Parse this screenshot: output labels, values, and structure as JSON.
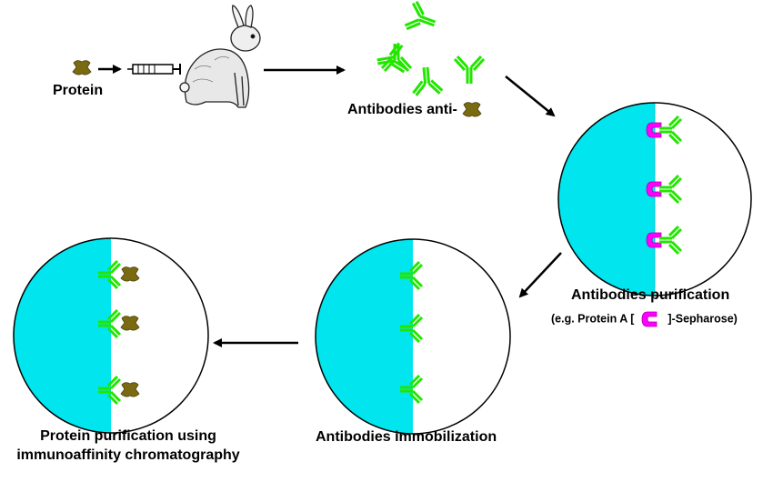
{
  "labels": {
    "protein": "Protein",
    "antibodies_anti": "Antibodies anti-",
    "antibodies_purification": "Antibodies purification",
    "protein_a_prefix": "(e.g. Protein A [",
    "protein_a_suffix": "]-Sepharose)",
    "antibodies_immobilization": "Antibodies immobilization",
    "purification_line1": "Protein purification using",
    "purification_line2": "immunoaffinity chromatography"
  },
  "colors": {
    "antibody": "#22e600",
    "protein": "#7a6a12",
    "protein_a": "#ff00ff",
    "bead": "#00e5ee",
    "outline": "#000000"
  }
}
